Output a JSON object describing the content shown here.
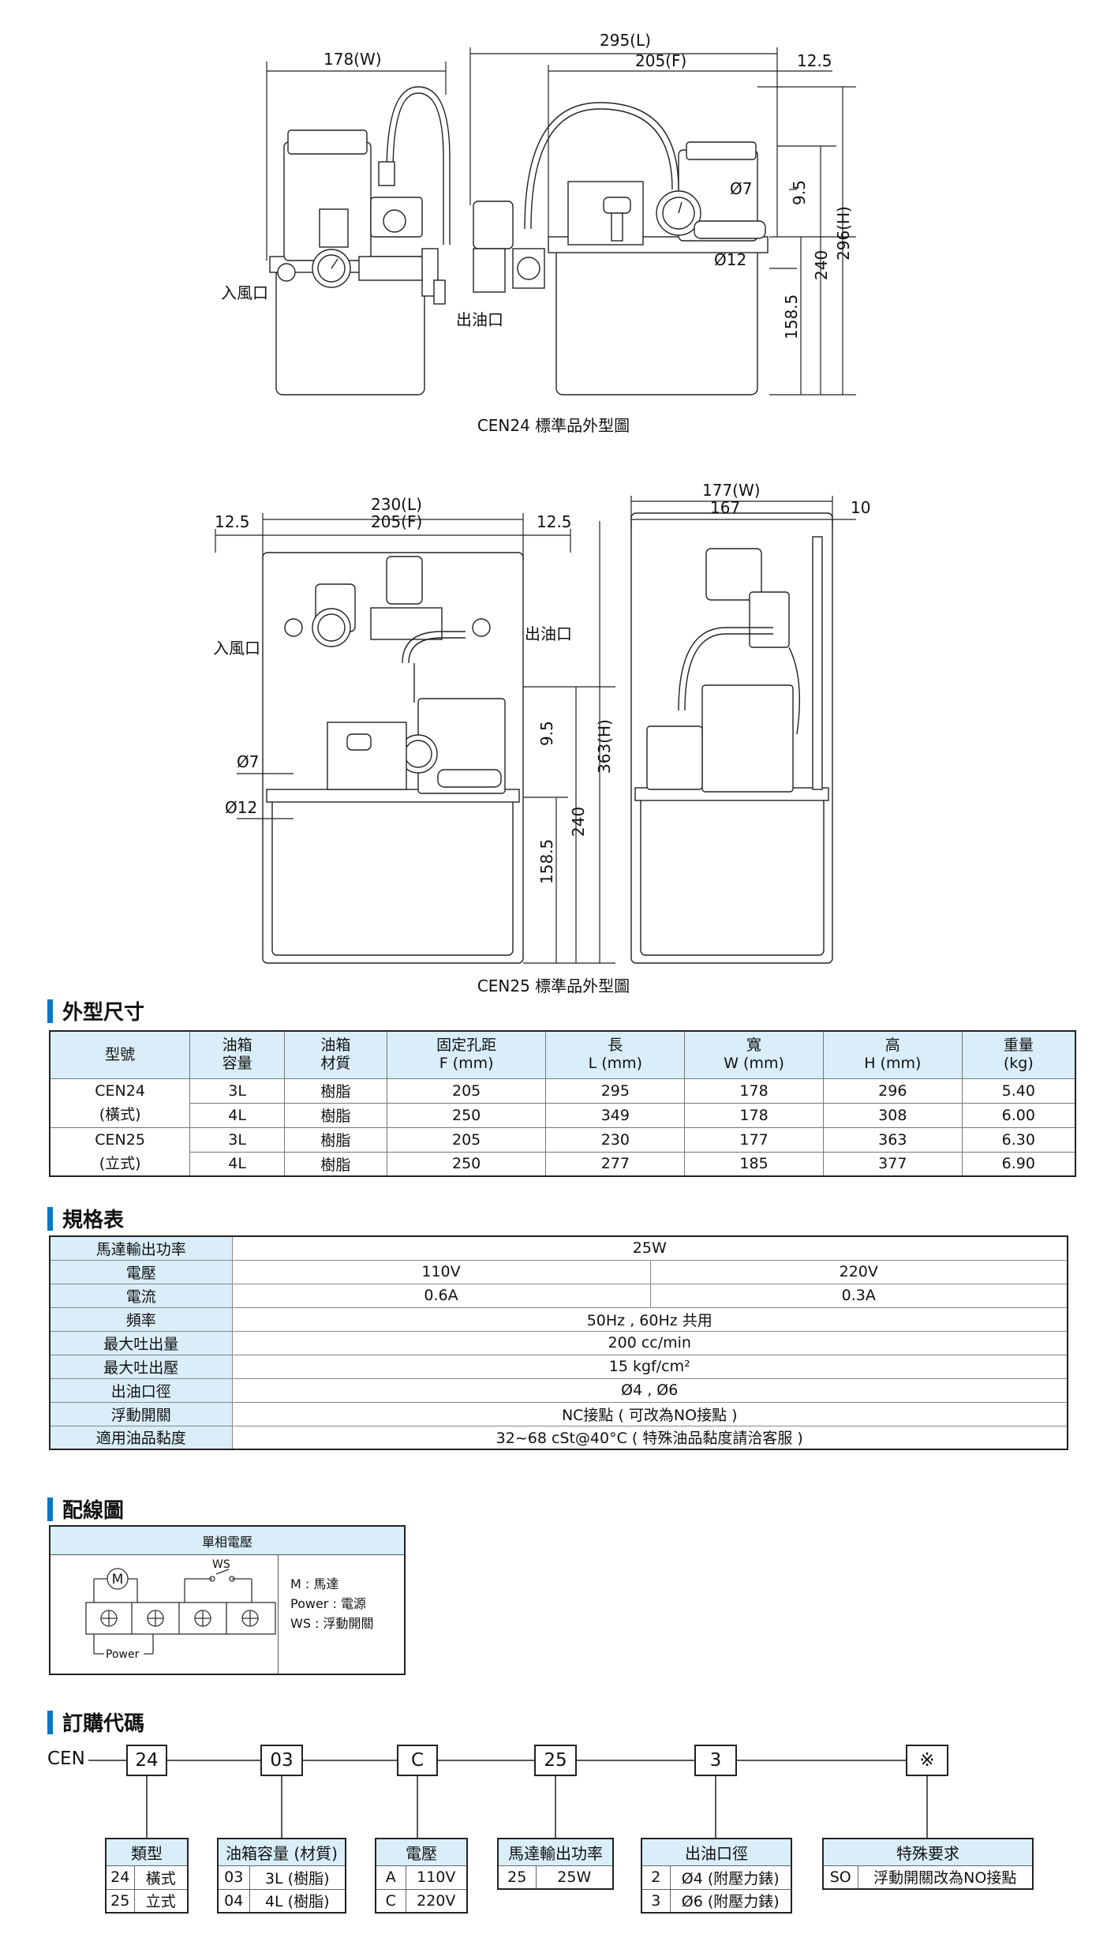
{
  "drawings": {
    "cen24": {
      "caption": "CEN24 標準品外型圖",
      "dims": {
        "w": "178(W)",
        "l": "295(L)",
        "f": "205(F)",
        "e": "12.5",
        "h": "296(H)",
        "h240": "240",
        "h158": "158.5",
        "h95": "9.5",
        "d7": "Ø7",
        "d12": "Ø12"
      },
      "labels": {
        "inlet": "入風口",
        "outlet": "出油口"
      }
    },
    "cen25": {
      "caption": "CEN25 標準品外型圖",
      "dims": {
        "l": "230(L)",
        "f": "205(F)",
        "e1": "12.5",
        "e2": "12.5",
        "h": "363(H)",
        "h240": "240",
        "h158": "158.5",
        "h95": "9.5",
        "d7": "Ø7",
        "d12": "Ø12",
        "w": "177(W)",
        "w167": "167",
        "w10": "10"
      },
      "labels": {
        "inlet": "入風口",
        "outlet": "出油口"
      }
    }
  },
  "sections": {
    "dimensions": "外型尺寸",
    "spec": "規格表",
    "wiring": "配線圖",
    "order": "訂購代碼"
  },
  "dim_table": {
    "headers": [
      "型號",
      "油箱\n容量",
      "油箱\n材質",
      "固定孔距\nF (mm)",
      "長\nL (mm)",
      "寬\nW (mm)",
      "高\nH (mm)",
      "重量\n(kg)"
    ],
    "rows": [
      {
        "model": "CEN24",
        "model2": "(橫式)",
        "cap": "3L",
        "mat": "樹脂",
        "f": "205",
        "l": "295",
        "w": "178",
        "h": "296",
        "kg": "5.40"
      },
      {
        "cap": "4L",
        "mat": "樹脂",
        "f": "250",
        "l": "349",
        "w": "178",
        "h": "308",
        "kg": "6.00"
      },
      {
        "model": "CEN25",
        "model2": "(立式)",
        "cap": "3L",
        "mat": "樹脂",
        "f": "205",
        "l": "230",
        "w": "177",
        "h": "363",
        "kg": "6.30"
      },
      {
        "cap": "4L",
        "mat": "樹脂",
        "f": "250",
        "l": "277",
        "w": "185",
        "h": "377",
        "kg": "6.90"
      }
    ]
  },
  "spec_table": {
    "power": {
      "k": "馬達輸出功率",
      "v": "25W"
    },
    "voltage": {
      "k": "電壓",
      "v1": "110V",
      "v2": "220V"
    },
    "current": {
      "k": "電流",
      "v1": "0.6A",
      "v2": "0.3A"
    },
    "freq": {
      "k": "頻率",
      "v": "50Hz , 60Hz 共用"
    },
    "flow": {
      "k": "最大吐出量",
      "v": "200 cc/min"
    },
    "pressure": {
      "k": "最大吐出壓",
      "v": "15 kgf/cm²"
    },
    "port": {
      "k": "出油口徑",
      "v": "Ø4 , Ø6"
    },
    "switch": {
      "k": "浮動開關",
      "v": "NC接點 ( 可改為NO接點 )"
    },
    "viscosity": {
      "k": "適用油品黏度",
      "v": "32~68 cSt@40°C ( 特殊油品黏度請洽客服 )"
    }
  },
  "wiring": {
    "title": "單相電壓",
    "m": "M",
    "ws": "WS",
    "power": "Power",
    "legend": [
      "M : 馬達",
      "Power : 電源",
      "WS : 浮動開關"
    ]
  },
  "order": {
    "prefix": "CEN",
    "codes": [
      "24",
      "03",
      "C",
      "25",
      "3",
      "※"
    ],
    "type": {
      "h": "類型",
      "rows": [
        [
          "24",
          "橫式"
        ],
        [
          "25",
          "立式"
        ]
      ]
    },
    "tank": {
      "h": "油箱容量 (材質)",
      "rows": [
        [
          "03",
          "3L (樹脂)"
        ],
        [
          "04",
          "4L (樹脂)"
        ]
      ]
    },
    "volt": {
      "h": "電壓",
      "rows": [
        [
          "A",
          "110V"
        ],
        [
          "C",
          "220V"
        ]
      ]
    },
    "power": {
      "h": "馬達輸出功率",
      "rows": [
        [
          "25",
          "25W"
        ]
      ]
    },
    "port": {
      "h": "出油口徑",
      "rows": [
        [
          "2",
          "Ø4 (附壓力錶)"
        ],
        [
          "3",
          "Ø6 (附壓力錶)"
        ]
      ]
    },
    "special": {
      "h": "特殊要求",
      "rows": [
        [
          "SO",
          "浮動開關改為NO接點"
        ]
      ]
    }
  }
}
